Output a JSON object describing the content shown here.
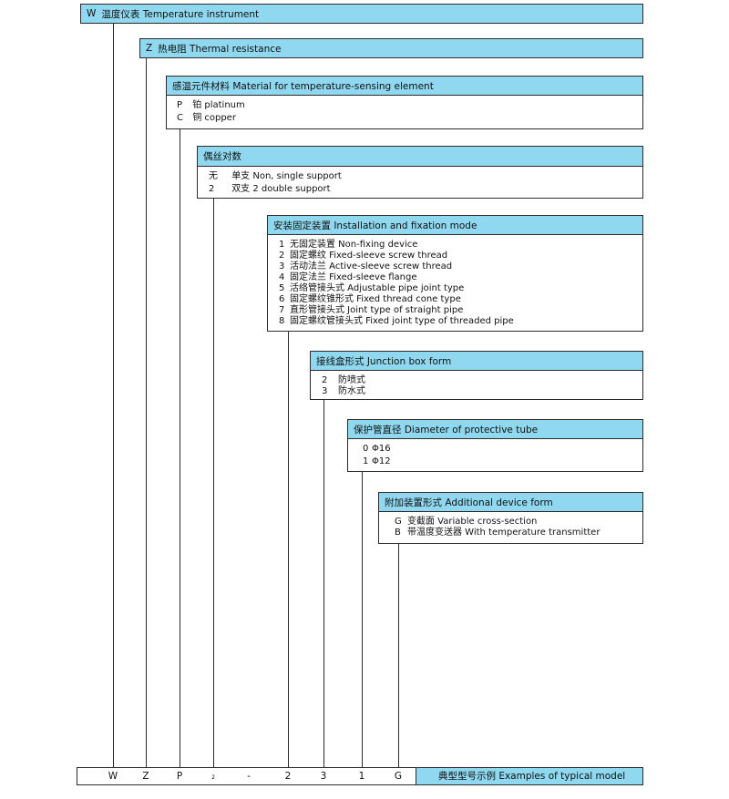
{
  "sections": {
    "w": {
      "code": "W",
      "title": "温度仪表 Temperature instrument"
    },
    "z": {
      "code": "Z",
      "title": "热电阻  Thermal resistance"
    },
    "material": {
      "title": "感温元件材料 Material for temperature-sensing element",
      "items": [
        {
          "code": "P",
          "text": "铂 platinum"
        },
        {
          "code": "C",
          "text": "铜 copper"
        }
      ]
    },
    "pairs": {
      "title": "偶丝对数",
      "items": [
        {
          "code": "无",
          "text": "单支  Non, single support"
        },
        {
          "code": "2",
          "text": "双支  2  double support"
        }
      ]
    },
    "install": {
      "title": "安装固定装置 Installation and fixation mode",
      "items": [
        {
          "code": "1",
          "text": "无固定装置 Non-fixing device"
        },
        {
          "code": "2",
          "text": "固定螺纹 Fixed-sleeve screw thread"
        },
        {
          "code": "3",
          "text": "活动法兰 Active-sleeve screw thread"
        },
        {
          "code": "4",
          "text": "固定法兰 Fixed-sleeve flange"
        },
        {
          "code": "5",
          "text": "活络管接头式 Adjustable pipe joint type"
        },
        {
          "code": "6",
          "text": "固定螺纹锥形式 Fixed thread cone type"
        },
        {
          "code": "7",
          "text": "直形管接头式 Joint type of straight pipe"
        },
        {
          "code": "8",
          "text": "固定螺纹管接头式 Fixed joint type of threaded pipe"
        }
      ]
    },
    "junction": {
      "title": "接线盒形式 Junction box form",
      "items": [
        {
          "code": "2",
          "text": "防喷式"
        },
        {
          "code": "3",
          "text": "防水式"
        }
      ]
    },
    "tube": {
      "title": "保护管直径 Diameter of protective tube",
      "items": [
        {
          "code": "0",
          "text": "Φ16"
        },
        {
          "code": "1",
          "text": "Φ12"
        }
      ]
    },
    "additional": {
      "title": "附加装置形式 Additional device form",
      "items": [
        {
          "code": "G",
          "text": "变截面 Variable cross-section"
        },
        {
          "code": "B",
          "text": "带温度变送器 With temperature transmitter"
        }
      ]
    }
  },
  "example": {
    "label": "典型型号示例   Examples of typical model",
    "cells": [
      "W",
      "Z",
      "P",
      "2",
      "-",
      "2",
      "3",
      "1",
      "G"
    ]
  },
  "colors": {
    "header_fill": "#8fd8ef",
    "line": "#2c2c2c"
  }
}
